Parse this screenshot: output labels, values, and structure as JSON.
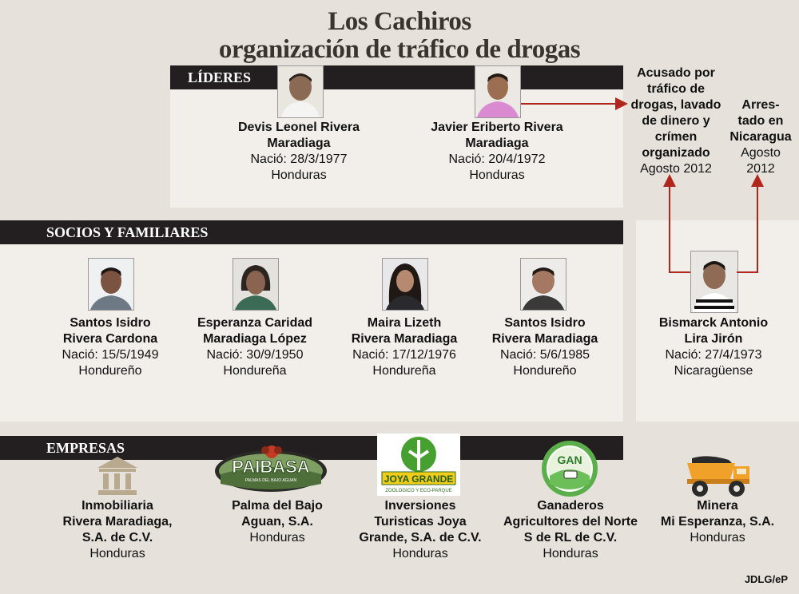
{
  "title": {
    "line1": "Los Cachiros",
    "line2": "organización de tráfico de drogas"
  },
  "sections": {
    "leaders": "LÍDERES",
    "associates": "SOCIOS Y FAMILIARES",
    "companies": "EMPRESAS"
  },
  "leaders": [
    {
      "name1": "Devis Leonel Rivera",
      "name2": "Maradiaga",
      "born": "Nació: 28/3/1977",
      "origin": "Honduras"
    },
    {
      "name1": "Javier Eriberto Rivera",
      "name2": "Maradiaga",
      "born": "Nació: 20/4/1972",
      "origin": "Honduras"
    }
  ],
  "notes": [
    {
      "lines": [
        "Acusado por",
        "tráfico de",
        "drogas, lavado",
        "de dinero y",
        "crímen",
        "organizado"
      ],
      "date": "Agosto 2012"
    },
    {
      "lines": [
        "Arres-",
        "tado en",
        "Nicaragua"
      ],
      "date1": "Agosto",
      "date2": "2012"
    }
  ],
  "associates": [
    {
      "name1": "Santos Isidro",
      "name2": "Rivera Cardona",
      "born": "Nació: 15/5/1949",
      "origin": "Hondureño"
    },
    {
      "name1": "Esperanza Caridad",
      "name2": "Maradiaga López",
      "born": "Nació: 30/9/1950",
      "origin": "Hondureña"
    },
    {
      "name1": "Maira Lizeth",
      "name2": "Rivera Maradiaga",
      "born": "Nació: 17/12/1976",
      "origin": "Hondureña"
    },
    {
      "name1": "Santos Isidro",
      "name2": "Rivera Maradiaga",
      "born": "Nació: 5/6/1985",
      "origin": "Hondureño"
    }
  ],
  "arrested": {
    "name1": "Bismarck Antonio",
    "name2": "Lira Jirón",
    "born": "Nació: 27/4/1973",
    "origin": "Nicaragüense"
  },
  "companies": [
    {
      "lines": [
        "Inmobiliaria",
        "Rivera Maradiaga,",
        "S.A. de C.V."
      ],
      "origin": "Honduras",
      "icon": "bank-icon"
    },
    {
      "lines": [
        "Palma del Bajo",
        "Aguan, S.A."
      ],
      "origin": "Honduras",
      "icon": "paibasa-logo",
      "logo_text": "PAIBASA",
      "logo_sub": "PALMAS DEL BAJO AGUAN"
    },
    {
      "lines": [
        "Inversiones",
        "Turisticas Joya",
        "Grande, S.A. de C.V."
      ],
      "origin": "Honduras",
      "icon": "joya-grande-logo",
      "logo_text": "JOYA GRANDE",
      "logo_sub": "ZOOLOGICO Y ECO-PARQUE"
    },
    {
      "lines": [
        "Ganaderos",
        "Agricultores del Norte",
        "S de RL de C.V."
      ],
      "origin": "Honduras",
      "icon": "gan-logo",
      "logo_text": "GAN"
    },
    {
      "lines": [
        "Minera",
        "Mi Esperanza, S.A."
      ],
      "origin": "Honduras",
      "icon": "dump-truck-icon"
    }
  ],
  "credit": "JDLG/eP",
  "colors": {
    "bar": "#231f20",
    "arrow": "#b0261c",
    "panel": "#f2efea",
    "background": "#e6e2db"
  }
}
